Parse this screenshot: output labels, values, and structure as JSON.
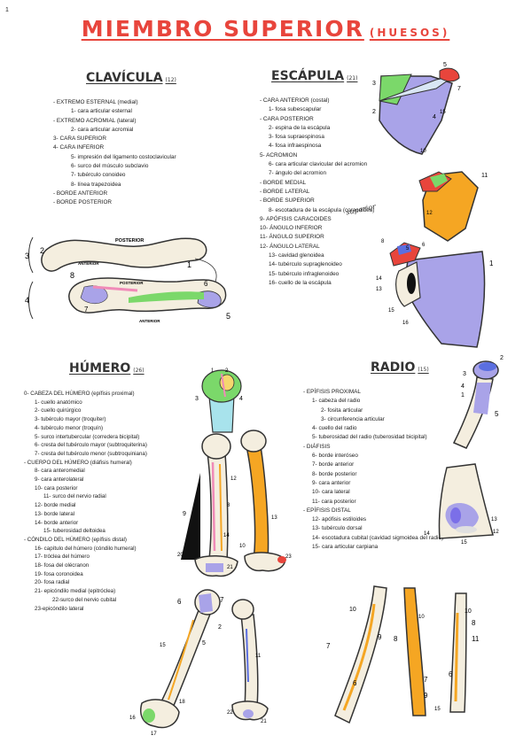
{
  "page_number": "1",
  "title": "MIEMBRO SUPERIOR",
  "subtitle": "(HUESOS)",
  "clavicula": {
    "title": "CLAVÍCULA",
    "count": "(12)",
    "items": [
      {
        "level": 0,
        "text": "- EXTREMO ESTERNAL (medial)"
      },
      {
        "level": 2,
        "text": "1- cara articular esternal"
      },
      {
        "level": 0,
        "text": "- EXTREMO ACROMIAL (lateral)"
      },
      {
        "level": 2,
        "text": "2- cara articular acromial"
      },
      {
        "level": 0,
        "text": "3- CARA SUPERIOR"
      },
      {
        "level": 0,
        "text": "4- CARA INFERIOR"
      },
      {
        "level": 2,
        "text": "5- impresión del ligamento costoclavicular"
      },
      {
        "level": 2,
        "text": "6- surco del músculo subclavio"
      },
      {
        "level": 2,
        "text": "7- tubérculo conoideo"
      },
      {
        "level": 2,
        "text": "8- línea trapezoidea"
      },
      {
        "level": 0,
        "text": "- BORDE ANTERIOR"
      },
      {
        "level": 0,
        "text": "- BORDE POSTERIOR"
      }
    ],
    "labels": {
      "posterior": "POSTERIOR",
      "anterior": "ANTERIOR",
      "n1": "1",
      "n2": "2",
      "n3": "3",
      "n4": "4",
      "n5": "5",
      "n6": "6",
      "n7": "7",
      "n8": "8"
    }
  },
  "escapula": {
    "title": "ESCÁPULA",
    "count": "(21)",
    "items": [
      {
        "level": 0,
        "text": "- CARA ANTERIOR (costal)"
      },
      {
        "level": 1,
        "text": "1- fosa subescapular"
      },
      {
        "level": 0,
        "text": "- CARA POSTERIOR"
      },
      {
        "level": 1,
        "text": "2- espina de la escápula"
      },
      {
        "level": 1,
        "text": "3- fosa supraespinosa"
      },
      {
        "level": 1,
        "text": "4- fosa infraespinosa"
      },
      {
        "level": 0,
        "text": "5- ACROMION"
      },
      {
        "level": 1,
        "text": "6- cara articular clavicular del acromion"
      },
      {
        "level": 1,
        "text": "7- ángulo del acromion"
      },
      {
        "level": 0,
        "text": "- BORDE MEDIAL"
      },
      {
        "level": 0,
        "text": "- BORDE LATERAL"
      },
      {
        "level": 0,
        "text": "- BORDE SUPERIOR"
      },
      {
        "level": 1,
        "text": "8- escotadura de la escápula (coracoidea)"
      },
      {
        "level": 0,
        "text": "9- APÓFISIS CARACOIDES"
      },
      {
        "level": 0,
        "text": "10- ÁNGULO INFERIOR"
      },
      {
        "level": 0,
        "text": "11- ÁNGULO SUPERIOR"
      },
      {
        "level": 0,
        "text": "12- ÁNGULO LATERAL"
      },
      {
        "level": 1,
        "text": "13- cavidad glenoidea"
      },
      {
        "level": 1,
        "text": "14- tubérculo supraglenoideo"
      },
      {
        "level": 1,
        "text": "15- tubérculo infraglenoideo"
      },
      {
        "level": 1,
        "text": "16- cuello de la escápula"
      }
    ],
    "note": "superior"
  },
  "humero": {
    "title": "HÚMERO",
    "count": "(26)",
    "items": [
      {
        "level": 0,
        "text": "0- CABEZA DEL HÚMERO (epífisis proximal)"
      },
      {
        "level": 1,
        "text": "1- cuello anatómico"
      },
      {
        "level": 1,
        "text": "2- cuello quirúrgico"
      },
      {
        "level": 1,
        "text": "3- tubérculo mayor (troquíter)"
      },
      {
        "level": 1,
        "text": "4- tubérculo menor (troquín)"
      },
      {
        "level": 1,
        "text": "5- surco intertubercular (corredera bicipital)"
      },
      {
        "level": 1,
        "text": "6- cresta del tubérculo mayor (subtroquiterina)"
      },
      {
        "level": 1,
        "text": "7- cresta del tubérculo menor (subtroquiniana)"
      },
      {
        "level": 0,
        "text": "- CUERPO DEL HÚMERO (diáfisis humeral)"
      },
      {
        "level": 1,
        "text": "8- cara anteromedial"
      },
      {
        "level": 1,
        "text": "9- cara anterolateral"
      },
      {
        "level": 1,
        "text": "10- cara posterior"
      },
      {
        "level": 2,
        "text": "11- surco del nervio radial"
      },
      {
        "level": 1,
        "text": "12- borde medial"
      },
      {
        "level": 1,
        "text": "13- borde lateral"
      },
      {
        "level": 1,
        "text": "14- borde anterior"
      },
      {
        "level": 2,
        "text": "15- tuberosidad deltoidea"
      },
      {
        "level": 0,
        "text": "- CÓNDILO DEL HÚMERO (epífisis distal)"
      },
      {
        "level": 1,
        "text": "16- capítulo del húmero (cóndilo humeral)"
      },
      {
        "level": 1,
        "text": "17- tróclea del húmero"
      },
      {
        "level": 1,
        "text": "18- fosa del olécranon"
      },
      {
        "level": 1,
        "text": "19- fosa coronoidea"
      },
      {
        "level": 1,
        "text": "20- fosa radial"
      },
      {
        "level": 1,
        "text": "21- epicóndilo medial (epitróclea)"
      },
      {
        "level": 3,
        "text": "22-surco del nervio cubital"
      },
      {
        "level": 1,
        "text": "23-epicóndilo lateral"
      }
    ]
  },
  "radio": {
    "title": "RADIO",
    "count": "(15)",
    "items": [
      {
        "level": 0,
        "text": "- EPÍFISIS PROXIMAL"
      },
      {
        "level": 1,
        "text": "1- cabeza del radio"
      },
      {
        "level": 2,
        "text": "2- fosita articular"
      },
      {
        "level": 2,
        "text": "3- circunferencia articular"
      },
      {
        "level": 1,
        "text": "4- cuello del radio"
      },
      {
        "level": 1,
        "text": "5- tuberosidad del radio (tuberosidad bicipital)"
      },
      {
        "level": 0,
        "text": "- DIÁFISIS"
      },
      {
        "level": 1,
        "text": "6- borde interóseo"
      },
      {
        "level": 1,
        "text": "7- borde anterior"
      },
      {
        "level": 1,
        "text": "8- borde posterior"
      },
      {
        "level": 1,
        "text": "9- cara anterior"
      },
      {
        "level": 1,
        "text": "10- cara lateral"
      },
      {
        "level": 1,
        "text": "11- cara posterior"
      },
      {
        "level": 0,
        "text": "- EPÍFISIS DISTAL"
      },
      {
        "level": 1,
        "text": "12- apófisis estiloides"
      },
      {
        "level": 1,
        "text": "13- tubérculo dorsal"
      },
      {
        "level": 1,
        "text": "14- escotadura cubital (cavidad sigmoidea del radio)"
      },
      {
        "level": 1,
        "text": "15- cara articular carpiana"
      }
    ]
  },
  "colors": {
    "title": "#e8453c",
    "bone": "#f4eedf",
    "lavender": "#a9a3e8",
    "green": "#7bd86a",
    "orange": "#f5a623",
    "red": "#e8453c",
    "pink": "#f08ab8",
    "blue": "#5b6fe0"
  }
}
